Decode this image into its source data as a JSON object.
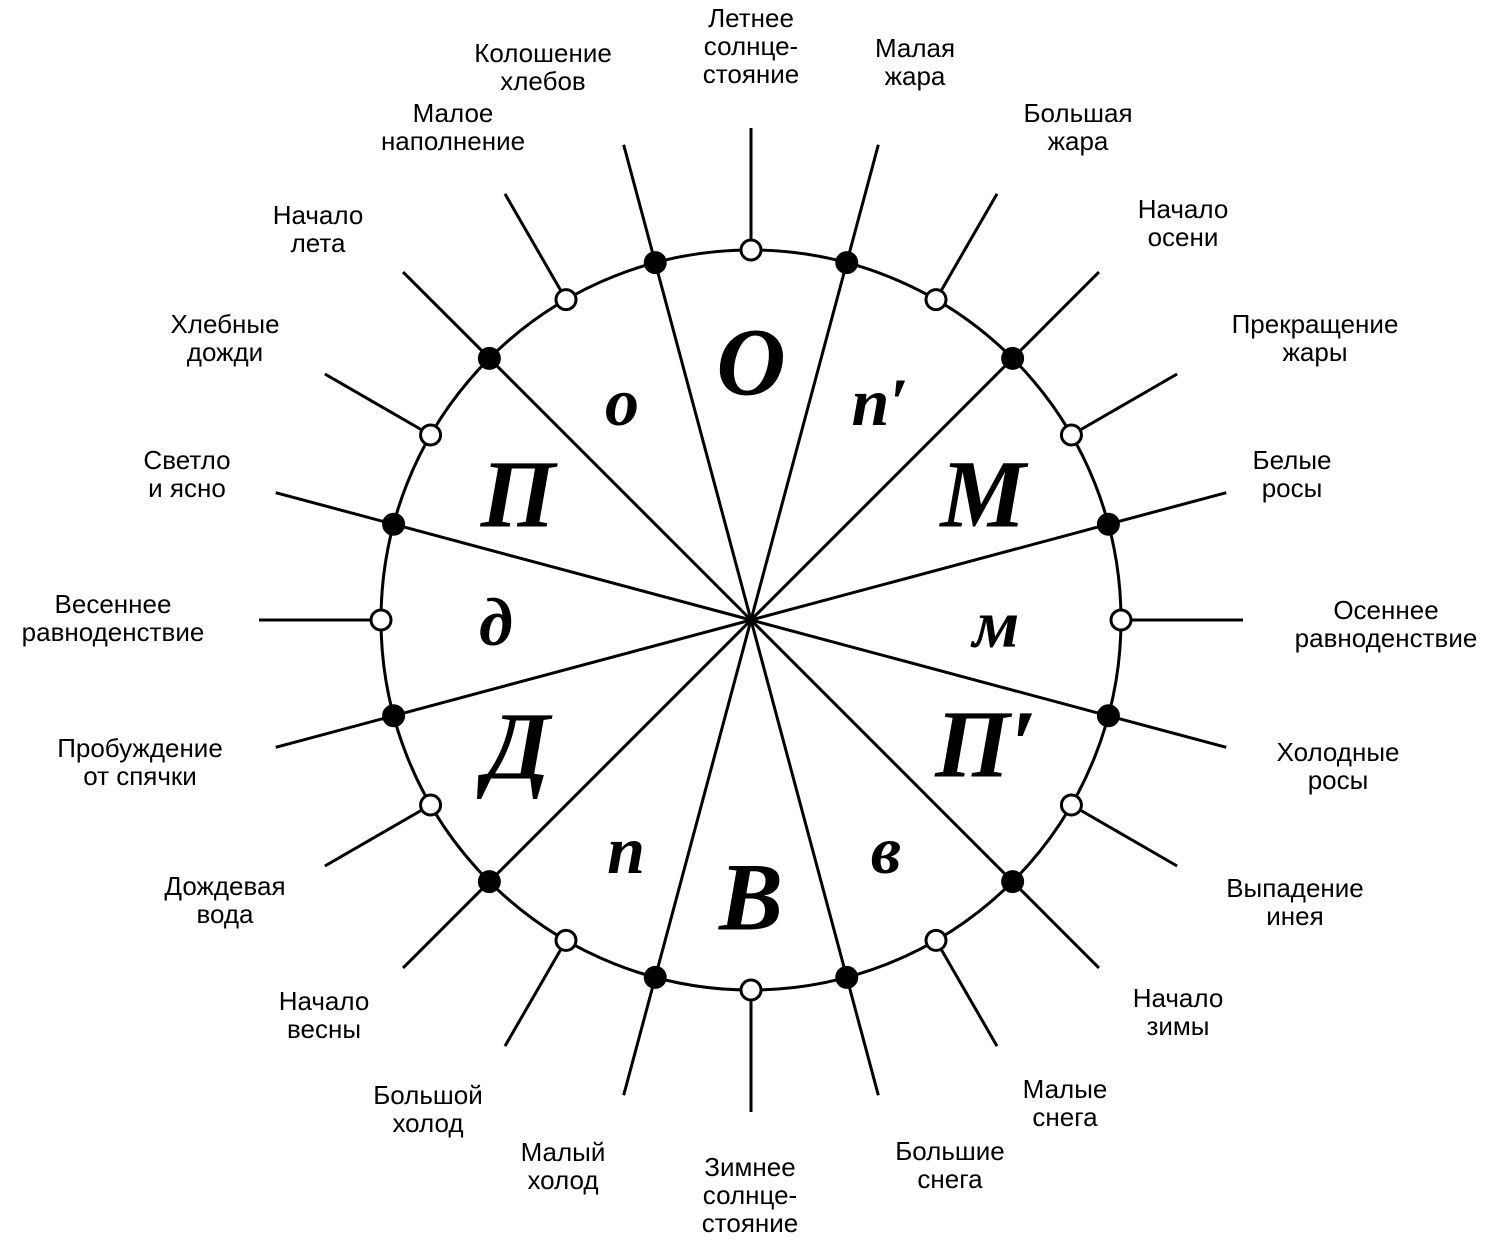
{
  "colors": {
    "stroke": "#000000",
    "open_marker": "#ffffff",
    "filled_marker": "#000000"
  },
  "terms": [
    {
      "name": "summer-solstice",
      "lines": [
        "Летнее",
        "солнце-",
        "стояние"
      ],
      "marker": "open"
    },
    {
      "name": "minor-heat",
      "lines": [
        "Малая",
        "жара"
      ],
      "marker": "filled"
    },
    {
      "name": "major-heat",
      "lines": [
        "Большая",
        "жара"
      ],
      "marker": "open"
    },
    {
      "name": "start-of-autumn",
      "lines": [
        "Начало",
        "осени"
      ],
      "marker": "filled"
    },
    {
      "name": "end-of-heat",
      "lines": [
        "Прекращение",
        "жары"
      ],
      "marker": "open"
    },
    {
      "name": "white-dew",
      "lines": [
        "Белые",
        "росы"
      ],
      "marker": "filled"
    },
    {
      "name": "autumn-equinox",
      "lines": [
        "Осеннее",
        "равноденствие"
      ],
      "marker": "open"
    },
    {
      "name": "cold-dew",
      "lines": [
        "Холодные",
        "росы"
      ],
      "marker": "filled"
    },
    {
      "name": "frost-descent",
      "lines": [
        "Выпадение",
        "инея"
      ],
      "marker": "open"
    },
    {
      "name": "start-of-winter",
      "lines": [
        "Начало",
        "зимы"
      ],
      "marker": "filled"
    },
    {
      "name": "minor-snow",
      "lines": [
        "Малые",
        "снега"
      ],
      "marker": "open"
    },
    {
      "name": "major-snow",
      "lines": [
        "Большие",
        "снега"
      ],
      "marker": "filled"
    },
    {
      "name": "winter-solstice",
      "lines": [
        "Зимнее",
        "солнце-",
        "стояние"
      ],
      "marker": "open"
    },
    {
      "name": "minor-cold",
      "lines": [
        "Малый",
        "холод"
      ],
      "marker": "filled"
    },
    {
      "name": "major-cold",
      "lines": [
        "Большой",
        "холод"
      ],
      "marker": "open"
    },
    {
      "name": "start-of-spring",
      "lines": [
        "Начало",
        "весны"
      ],
      "marker": "filled"
    },
    {
      "name": "rain-water",
      "lines": [
        "Дождевая",
        "вода"
      ],
      "marker": "open"
    },
    {
      "name": "awakening-of-insects",
      "lines": [
        "Пробуждение",
        "от спячки"
      ],
      "marker": "filled"
    },
    {
      "name": "spring-equinox",
      "lines": [
        "Весеннее",
        "равноденствие"
      ],
      "marker": "open"
    },
    {
      "name": "clear-and-bright",
      "lines": [
        "Светло",
        "и ясно"
      ],
      "marker": "filled"
    },
    {
      "name": "grain-rain",
      "lines": [
        "Хлебные",
        "дожди"
      ],
      "marker": "open"
    },
    {
      "name": "start-of-summer",
      "lines": [
        "Начало",
        "лета"
      ],
      "marker": "filled"
    },
    {
      "name": "grain-buds",
      "lines": [
        "Малое",
        "наполнение"
      ],
      "marker": "open"
    },
    {
      "name": "grain-in-ear",
      "lines": [
        "Колошение",
        "хлебов"
      ],
      "marker": "filled"
    }
  ],
  "sectors": [
    {
      "name": "sector-O",
      "text": "О",
      "size": "big"
    },
    {
      "name": "sector-o",
      "text": "о",
      "size": "small"
    },
    {
      "name": "sector-n-prime",
      "text": "п′",
      "size": "small"
    },
    {
      "name": "sector-P",
      "text": "П",
      "size": "big"
    },
    {
      "name": "sector-M",
      "text": "М",
      "size": "big"
    },
    {
      "name": "sector-d",
      "text": "д",
      "size": "small"
    },
    {
      "name": "sector-m",
      "text": "м",
      "size": "small"
    },
    {
      "name": "sector-D",
      "text": "Д",
      "size": "big"
    },
    {
      "name": "sector-P-prime",
      "text": "П′",
      "size": "big"
    },
    {
      "name": "sector-n",
      "text": "п",
      "size": "small"
    },
    {
      "name": "sector-v",
      "text": "в",
      "size": "small"
    },
    {
      "name": "sector-V",
      "text": "В",
      "size": "big"
    }
  ]
}
